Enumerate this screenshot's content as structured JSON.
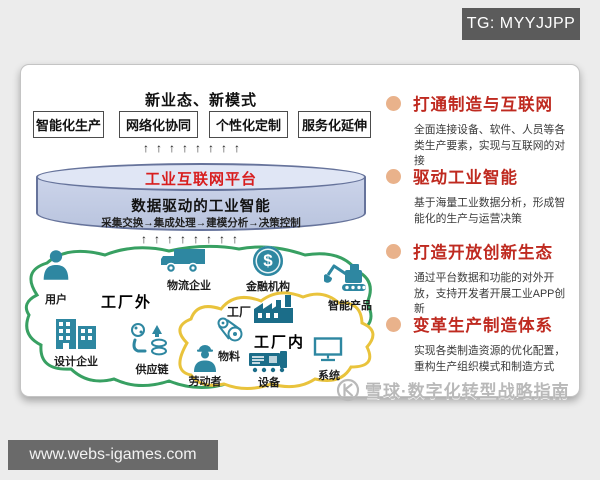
{
  "page": {
    "tg_badge": "TG: MYYJJPP",
    "url_badge": "www.webs-igames.com"
  },
  "watermark": {
    "text": "雪球·数字化转型战略指南"
  },
  "diagram": {
    "header": "新业态、新模式",
    "mode_boxes": [
      "智能化生产",
      "网络化协同",
      "个性化定制",
      "服务化延伸"
    ],
    "arrows_up": "↑↑↑↑↑↑↑↑",
    "platform": {
      "title": "工业互联网平台",
      "subtitle": "数据驱动的工业智能",
      "process": "采集交换→集成处理→建模分析→决策控制"
    },
    "cloud": {
      "outside_label": "工厂外",
      "inside_label": "工厂内",
      "finance_symbol": "$",
      "nodes": {
        "user": "用户",
        "logistics": "物流企业",
        "finance": "金融机构",
        "smart_product": "智能产品",
        "design": "设计企业",
        "supply_chain": "供应链",
        "factory": "工厂",
        "material": "物料",
        "worker": "劳动者",
        "equipment": "设备",
        "system": "系统"
      }
    }
  },
  "benefits": [
    {
      "title": "打通制造与互联网",
      "desc": "全面连接设备、软件、人员等各类生产要素，实现与互联网的对接"
    },
    {
      "title": "驱动工业智能",
      "desc": "基于海量工业数据分析，形成智能化的生产与运营决策"
    },
    {
      "title": "打造开放创新生态",
      "desc": "通过平台数据和功能的对外开放，支持开发者开展工业APP创新"
    },
    {
      "title": "变革生产制造体系",
      "desc": "实现各类制造资源的优化配置，重构生产组织模式和制造方式"
    }
  ],
  "colors": {
    "accent_red": "#bf2a20",
    "platform_red": "#d81e1e",
    "icon_teal": "#2e87a1",
    "factory_blue": "#1b6d89",
    "cloud_green": "#38a062",
    "cloud_yellow": "#e9c33c",
    "bullet_salmon": "#e9b28b"
  }
}
